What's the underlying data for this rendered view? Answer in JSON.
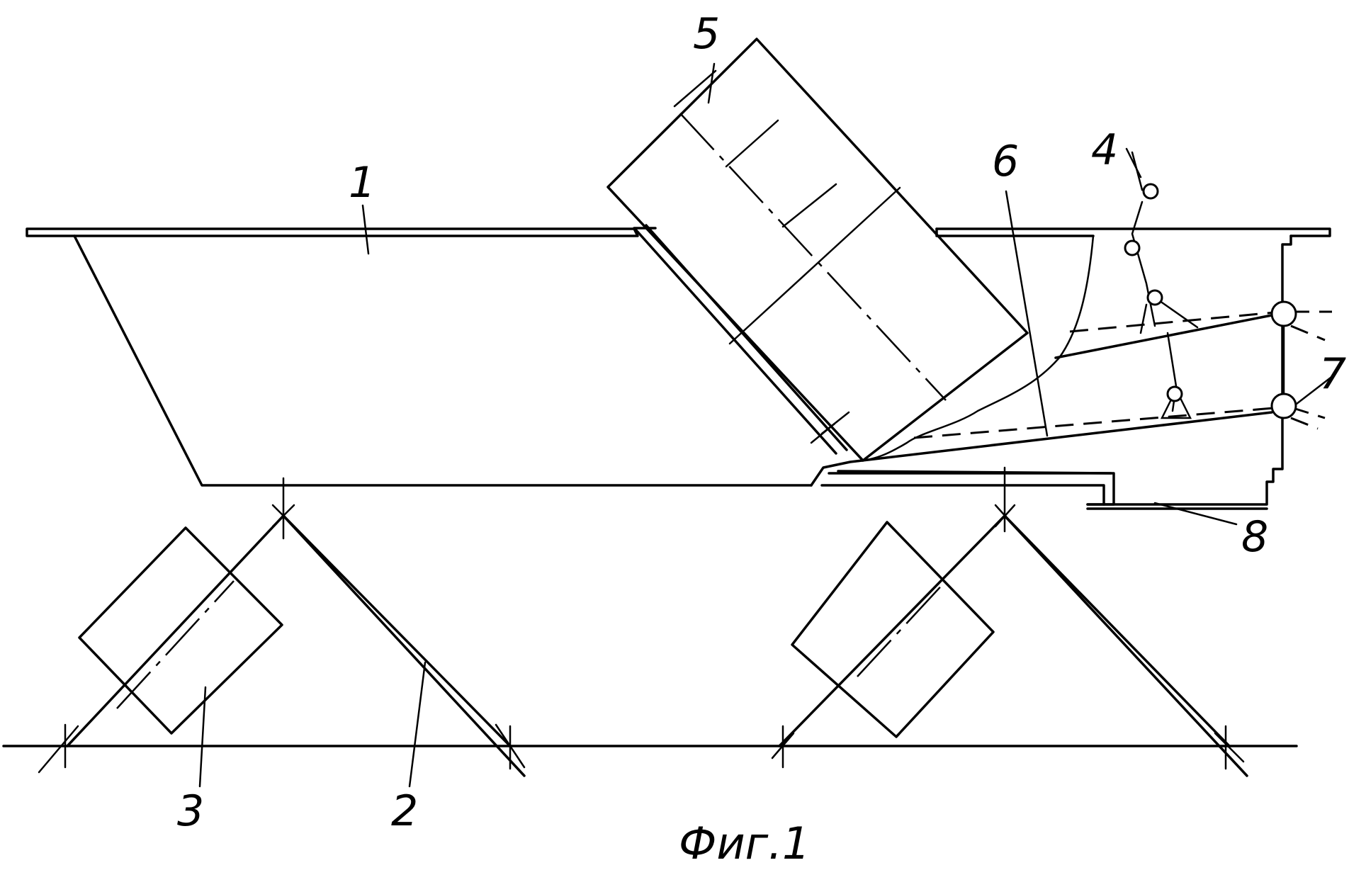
{
  "figure": {
    "caption": "Фиг.1",
    "labels": {
      "l1": "1",
      "l2": "2",
      "l3": "3",
      "l4": "4",
      "l5": "5",
      "l6": "6",
      "l7": "7",
      "l8": "8"
    }
  }
}
